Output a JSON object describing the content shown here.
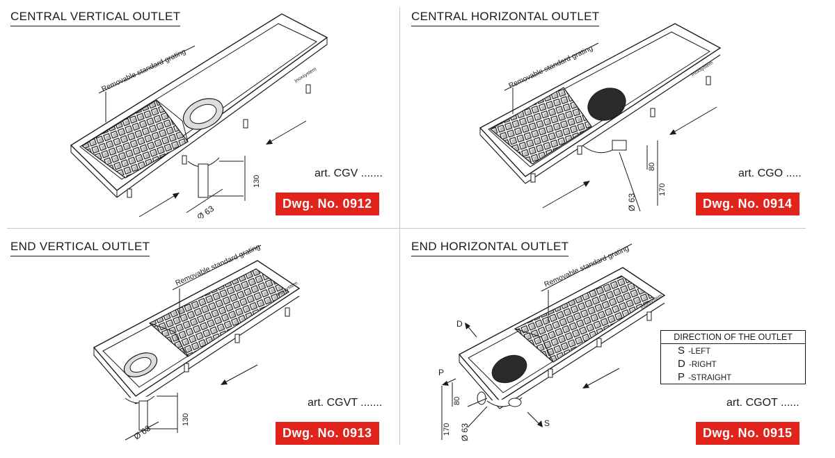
{
  "panels": [
    {
      "title": "CENTRAL VERTICAL OUTLET",
      "grating_label": "Removable standard grating",
      "brand": "Inoxsystem",
      "art": "art. CGV .......",
      "dwg": "Dwg. No.  0912",
      "dims": {
        "diameter": "Ø 63",
        "height": "130"
      }
    },
    {
      "title": "CENTRAL HORIZONTAL OUTLET",
      "grating_label": "Removable standard grating",
      "brand": "Inoxsystem",
      "art": "art. CGO .....",
      "dwg": "Dwg. No.  0914",
      "dims": {
        "diameter": "Ø 63",
        "d80": "80",
        "d170": "170"
      }
    },
    {
      "title": "END VERTICAL OUTLET",
      "grating_label": "Removable standard grating",
      "brand": "Inoxsystem",
      "art": "art. CGVT .......",
      "dwg": "Dwg. No.  0913",
      "dims": {
        "diameter": "Ø 63",
        "height": "130"
      }
    },
    {
      "title": "END HORIZONTAL OUTLET",
      "grating_label": "Removable standard grating",
      "brand": "Inoxsystem",
      "art": "art. CGOT ......",
      "dwg": "Dwg. No.  0915",
      "dims": {
        "diameter": "Ø 63",
        "d80": "80",
        "d170": "170",
        "D": "D",
        "P": "P",
        "S": "S"
      }
    }
  ],
  "legend": {
    "header": "DIRECTION OF THE OUTLET",
    "rows": [
      {
        "key": "S",
        "label": "-LEFT"
      },
      {
        "key": "D",
        "label": "-RIGHT"
      },
      {
        "key": "P",
        "label": "-STRAIGHT"
      }
    ]
  },
  "colors": {
    "accent": "#e1231b",
    "line": "#1a1a1a",
    "separator": "#c8c8c8"
  }
}
